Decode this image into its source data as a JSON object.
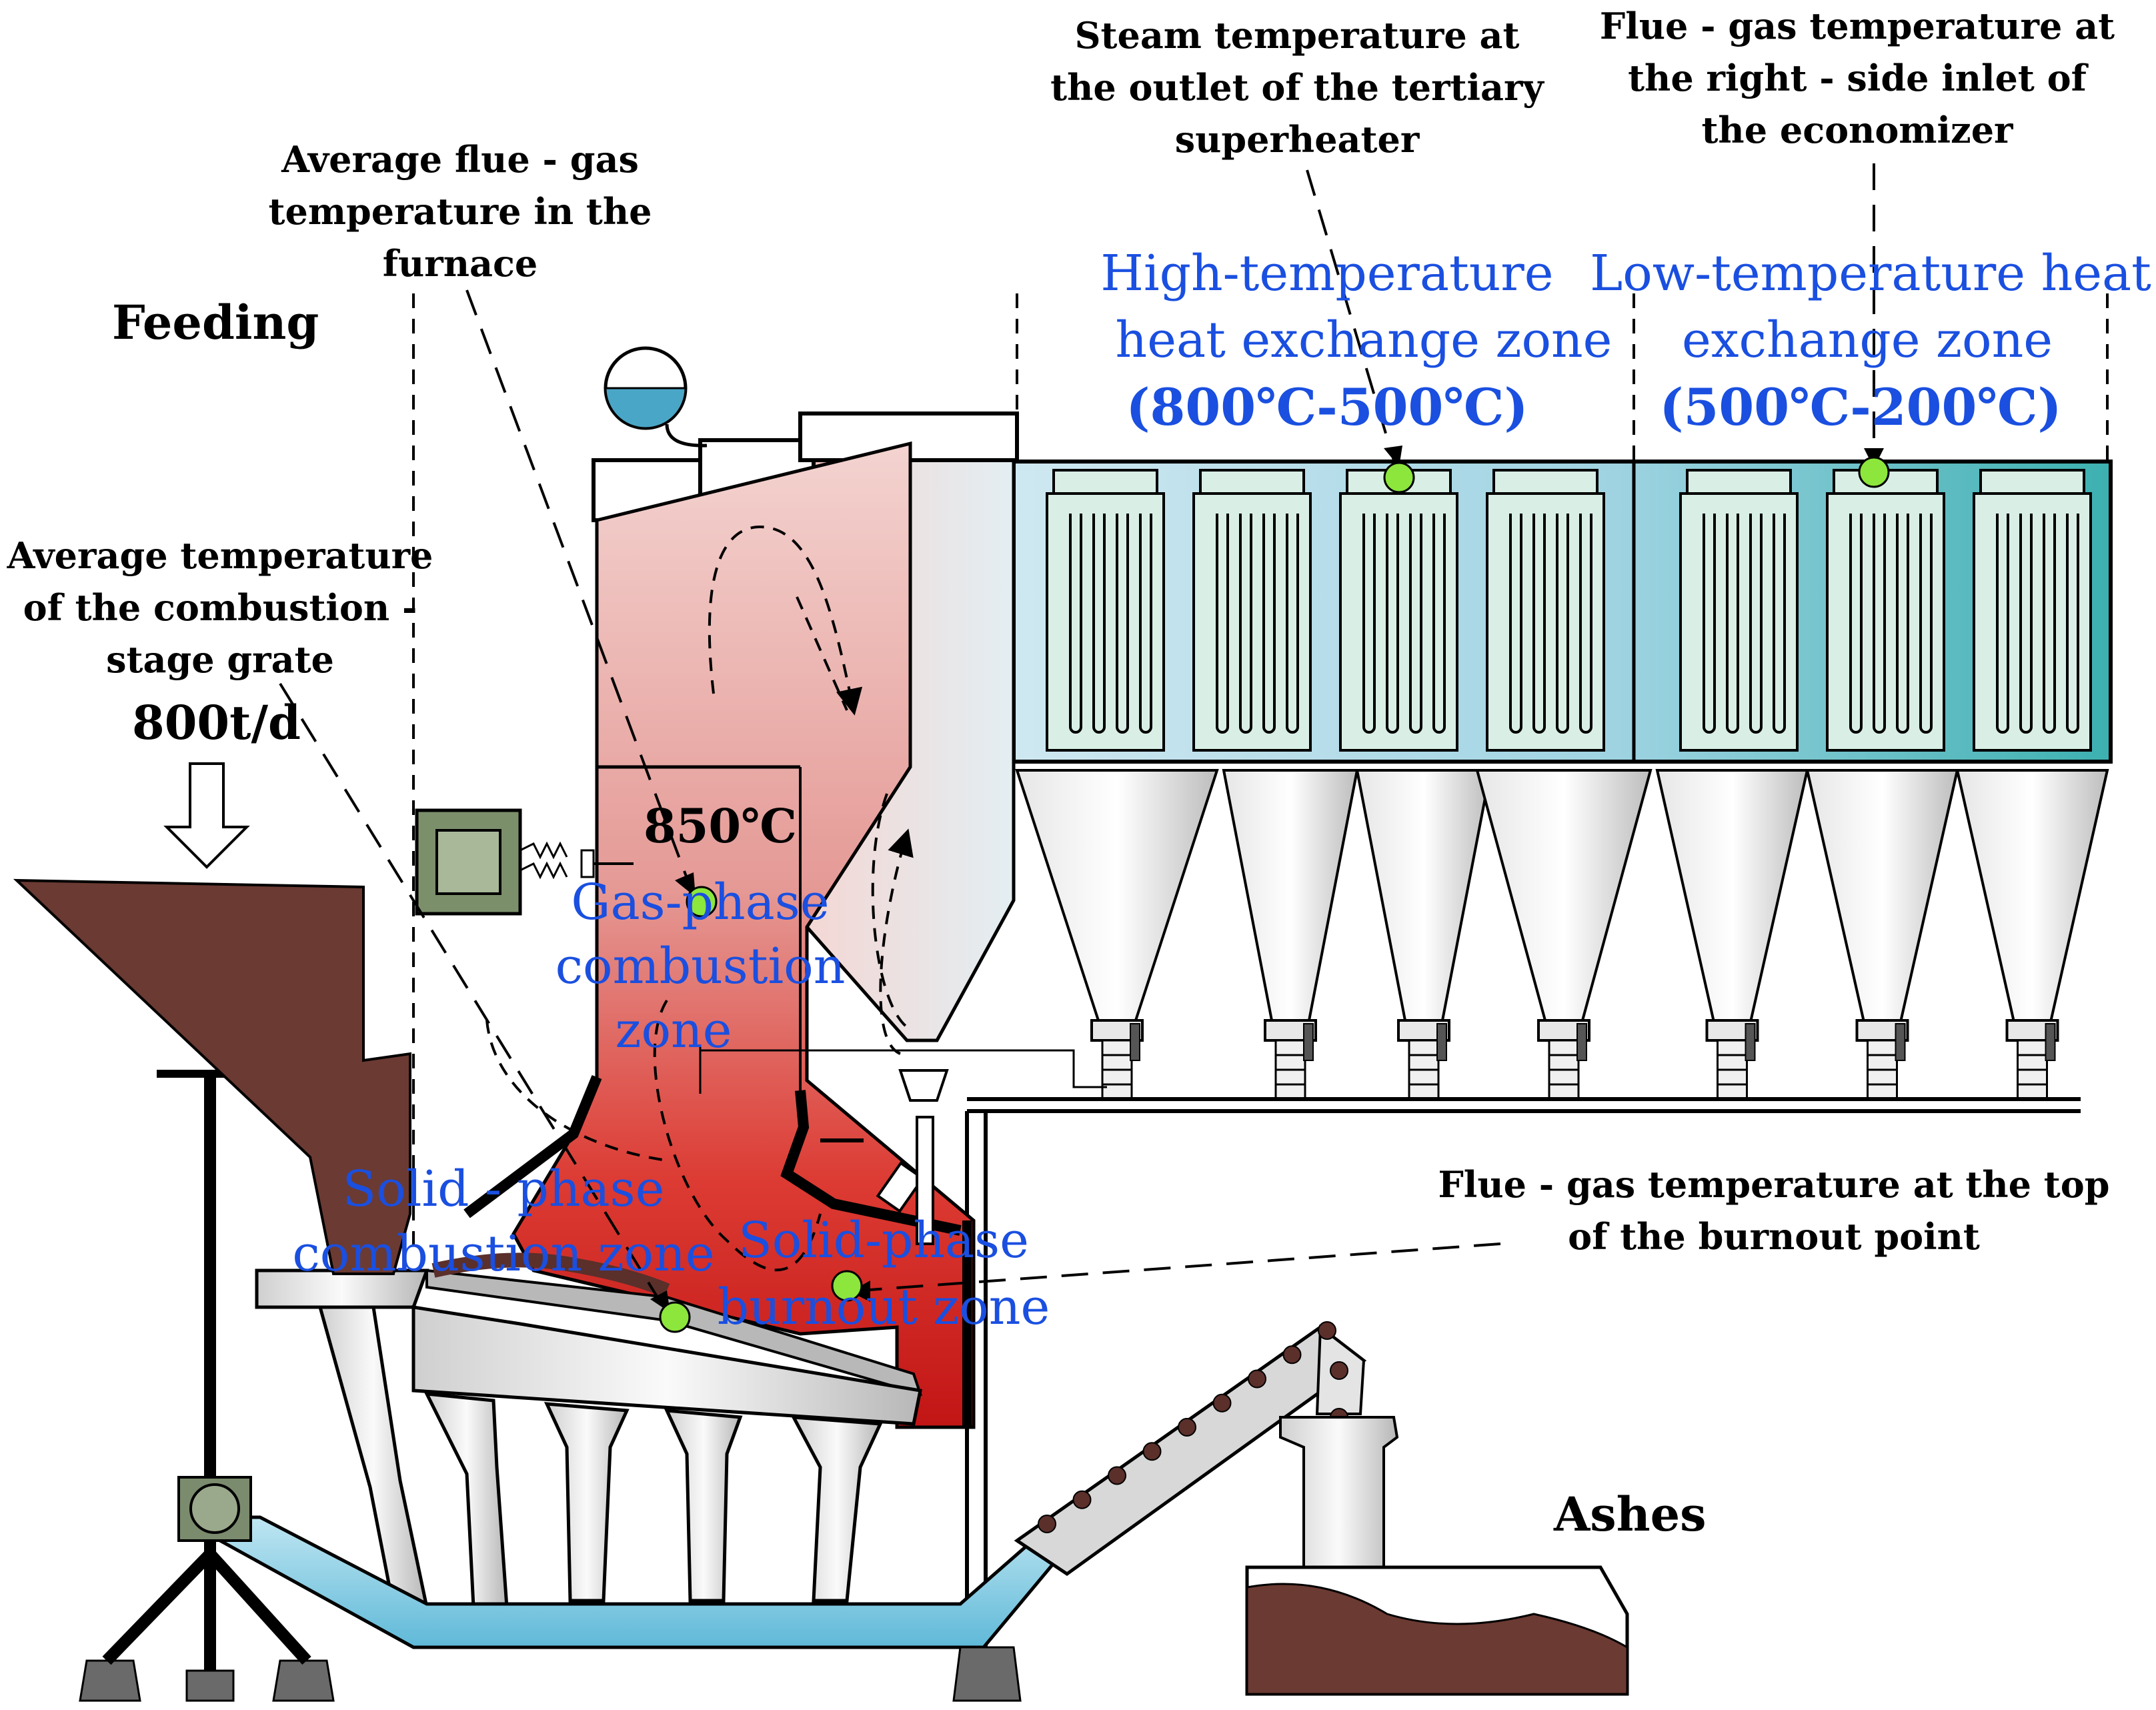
{
  "labels": {
    "feeding": "Feeding",
    "rate": "800t/d",
    "ashes": "Ashes",
    "furnace_temp": "850℃",
    "avg_grate": [
      "Average temperature",
      "of the combustion -",
      "stage grate"
    ],
    "avg_flue": [
      "Average flue - gas",
      "temperature in the",
      "furnace"
    ],
    "steam_temp": [
      "Steam temperature at",
      "the outlet of the tertiary",
      "superheater"
    ],
    "flue_econ": [
      "Flue - gas temperature at",
      "the right - side inlet of",
      "the economizer"
    ],
    "flue_burnout": [
      "Flue - gas temperature at the top",
      "of the burnout point"
    ]
  },
  "zones": {
    "high_temp": [
      "High-temperature",
      "heat exchange zone",
      "(800℃-500℃)"
    ],
    "low_temp": [
      "Low-temperature heat",
      "exchange zone",
      "(500℃-200℃)"
    ],
    "gas_phase": [
      "Gas-phase",
      "combustion",
      "zone"
    ],
    "solid_phase": [
      "Solid - phase",
      "combustion zone"
    ],
    "burnout": [
      "Solid-phase",
      "burnout zone"
    ]
  },
  "colors": {
    "label_blue": "#1a4fe0",
    "furnace_red": "#d42020",
    "sensor_green": "#8ce63c",
    "water_blue": "#6fc3dc",
    "heat_exchanger_teal": "#3aa9a9",
    "hopper_brown": "#6b3a32"
  }
}
